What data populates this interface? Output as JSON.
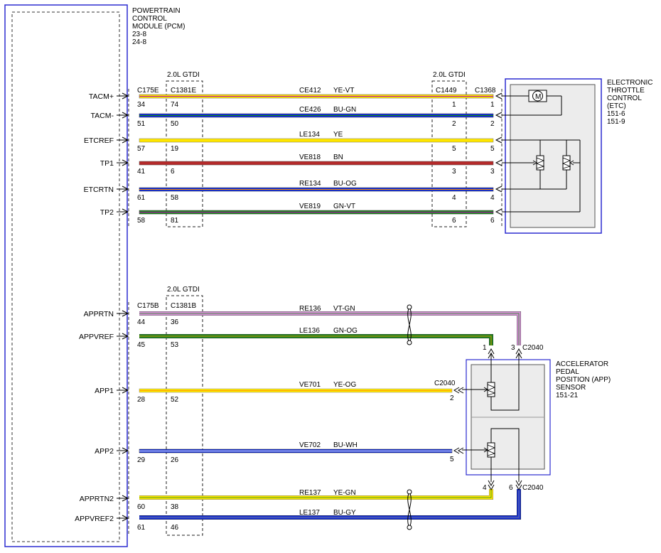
{
  "pcm": {
    "lines": [
      "POWERTRAIN",
      "CONTROL",
      "MODULE (PCM)",
      "23-8",
      "24-8"
    ]
  },
  "etc": {
    "lines": [
      "ELECTRONIC",
      "THROTTLE",
      "CONTROL",
      "(ETC)",
      "151-6",
      "151-9"
    ]
  },
  "app_sensor": {
    "lines": [
      "ACCELERATOR",
      "PEDAL",
      "POSITION (APP)",
      "SENSOR",
      "151-21"
    ]
  },
  "option_label": "2.0L GTDI",
  "connectors": {
    "c175e": "C175E",
    "c1381e": "C1381E",
    "c1449": "C1449",
    "c1368": "C1368",
    "c175b": "C175B",
    "c1381b": "C1381B",
    "c2040": "C2040",
    "motor": "M"
  },
  "top_circuits": [
    {
      "signal": "TACM+",
      "circuit": "CE412",
      "color": "YE-VT",
      "pin_a": "34",
      "pin_b": "74",
      "pin_c": "1",
      "pin_d": "1",
      "fill": "#ffe600",
      "stripe": "#b000b0"
    },
    {
      "signal": "TACM-",
      "circuit": "CE426",
      "color": "BU-GN",
      "pin_a": "51",
      "pin_b": "50",
      "pin_c": "2",
      "pin_d": "2",
      "fill": "#1530d6",
      "stripe": "#0a8a0a"
    },
    {
      "signal": "ETCREF",
      "circuit": "LE134",
      "color": "YE",
      "pin_a": "57",
      "pin_b": "19",
      "pin_c": "5",
      "pin_d": "5",
      "fill": "#ffe600",
      "stripe": ""
    },
    {
      "signal": "TP1",
      "circuit": "VE818",
      "color": "BN",
      "pin_a": "41",
      "pin_b": "6",
      "pin_c": "3",
      "pin_d": "3",
      "fill": "#b52a2a",
      "stripe": ""
    },
    {
      "signal": "ETCRTN",
      "circuit": "RE134",
      "color": "BU-OG",
      "pin_a": "61",
      "pin_b": "58",
      "pin_c": "4",
      "pin_d": "4",
      "fill": "#1530d6",
      "stripe": "#ff8c00"
    },
    {
      "signal": "TP2",
      "circuit": "VE819",
      "color": "GN-VT",
      "pin_a": "58",
      "pin_b": "81",
      "pin_c": "6",
      "pin_d": "6",
      "fill": "#1e8a1e",
      "stripe": "#b000b0"
    }
  ],
  "bottom_circuits": [
    {
      "signal": "APPRTN",
      "circuit": "RE136",
      "color": "VT-GN",
      "pin_a": "44",
      "pin_b": "36",
      "pin_end": "3",
      "fill": "#d890d8",
      "stripe": "#1e8a1e"
    },
    {
      "signal": "APPVREF",
      "circuit": "LE136",
      "color": "GN-OG",
      "pin_a": "45",
      "pin_b": "53",
      "pin_end": "1",
      "fill": "#1e8a1e",
      "stripe": "#ff8c00"
    },
    {
      "signal": "APP1",
      "circuit": "VE701",
      "color": "YE-OG",
      "pin_a": "28",
      "pin_b": "52",
      "pin_end": "2",
      "fill": "#ffe600",
      "stripe": "#ff8c00"
    },
    {
      "signal": "APP2",
      "circuit": "VE702",
      "color": "BU-WH",
      "pin_a": "29",
      "pin_b": "26",
      "pin_end": "5",
      "fill": "#1530d6",
      "stripe": "#ffffff"
    },
    {
      "signal": "APPRTN2",
      "circuit": "RE137",
      "color": "YE-GN",
      "pin_a": "60",
      "pin_b": "38",
      "pin_end": "4",
      "fill": "#ffe600",
      "stripe": "#1e8a1e"
    },
    {
      "signal": "APPVREF2",
      "circuit": "LE137",
      "color": "BU-GY",
      "pin_a": "61",
      "pin_b": "46",
      "pin_end": "6",
      "fill": "#1530d6",
      "stripe": "#8a8a8a"
    }
  ],
  "colors": {
    "module_border": "#2b2bd0",
    "module_fill": "#ececec",
    "dashed": "#222222"
  }
}
